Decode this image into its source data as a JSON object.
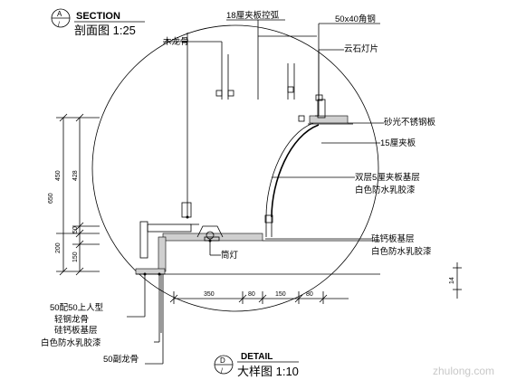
{
  "section_marker": {
    "letter": "A",
    "sheet": "/"
  },
  "section_title": {
    "en": "SECTION",
    "cn": "剖面图 1:25"
  },
  "detail_marker": {
    "letter": "D",
    "sheet": "/"
  },
  "detail_title": {
    "en": "DETAIL",
    "cn": "大样图 1:10"
  },
  "annotations": {
    "plywood_arc": "18厘夹板控弧",
    "wood_keel": "木龙骨",
    "angle_steel": "50x40角钢",
    "marble_light": "云石灯片",
    "steel_plate": "砂光不锈钢板",
    "plywood_15": "15厘夹板",
    "double_plywood_1": "双层5厘夹板基层",
    "double_plywood_2": "白色防水乳胶漆",
    "calcium_board_r1": "硅钙板基层",
    "calcium_board_r2": "白色防水乳胶漆",
    "downlight": "筒灯",
    "keel_50_1": "50配50上人型",
    "keel_50_2": "轻钢龙骨",
    "calcium_board_l1": "硅钙板基层",
    "calcium_board_l2": "白色防水乳胶漆",
    "sub_keel": "50副龙骨",
    "detail_label": "DETAIL"
  },
  "dimensions": {
    "outer_total": "650",
    "v_450": "450",
    "v_428": "428",
    "v_50": "50",
    "v_200": "200",
    "v_150": "150",
    "h_350": "350",
    "h_80a": "80",
    "h_150": "150",
    "h_80b": "80",
    "right_14": "14"
  },
  "watermark": "zhulong.com"
}
